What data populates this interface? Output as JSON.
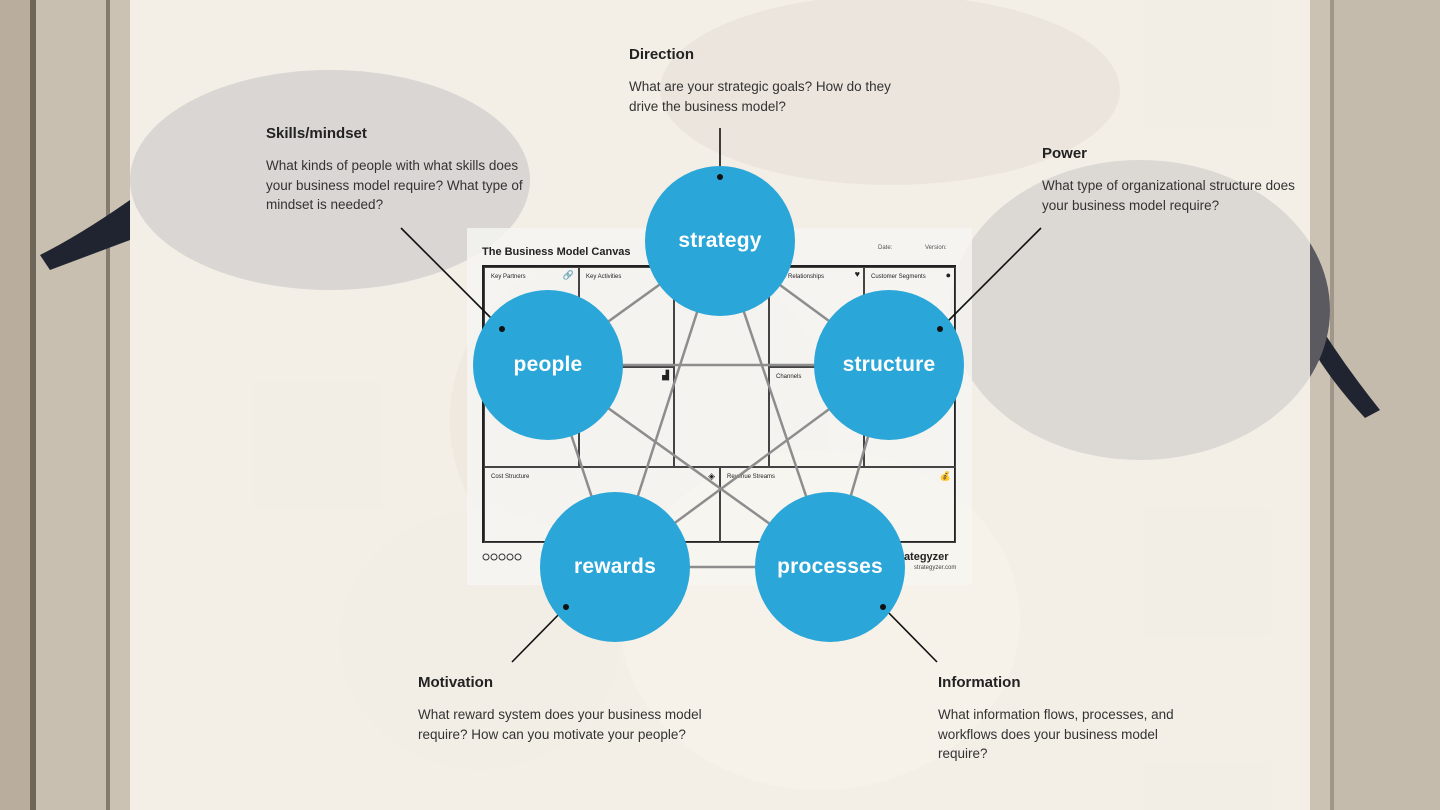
{
  "background": {
    "panel_color": "#fcf9f3",
    "floor_color": "#cfc6b8",
    "accent": "#2aa6d8"
  },
  "canvas": {
    "title": "The Business Model Canvas",
    "header_fields": [
      "Date:",
      "Version:"
    ],
    "cells": {
      "key_partners": "Key Partners",
      "key_activities": "Key Activities",
      "customer_relationships": "mer Relationships",
      "customer_segments": "Customer Segments",
      "channels": "Channels",
      "cost_structure": "Cost Structure",
      "revenue_streams": "Revenue Streams"
    },
    "brand": "trategyzer",
    "brand_url": "strategyzer.com",
    "icons": {
      "key_partners": "link-icon",
      "customer_relationships": "heart-icon",
      "customer_segments": "person-icon",
      "key_resources": "factory-icon",
      "cost_structure": "tag-icon",
      "revenue_streams": "money-bag-icon"
    }
  },
  "nodes": {
    "strategy": "strategy",
    "people": "people",
    "structure": "structure",
    "rewards": "rewards",
    "processes": "processes"
  },
  "labels": {
    "direction": {
      "title": "Direction",
      "text": "What are your strategic goals? How do they drive the business model?"
    },
    "skills": {
      "title": "Skills/mindset",
      "text": "What kinds of people with what skills does your business model require? What type of mindset is needed?"
    },
    "power": {
      "title": "Power",
      "text": "What type of organizational structure does your business model require?"
    },
    "motivation": {
      "title": "Motivation",
      "text": "What reward system does your business model require? How can you motivate your people?"
    },
    "information": {
      "title": "Information",
      "text": "What information flows, processes, and workflows does your business model require?"
    }
  }
}
